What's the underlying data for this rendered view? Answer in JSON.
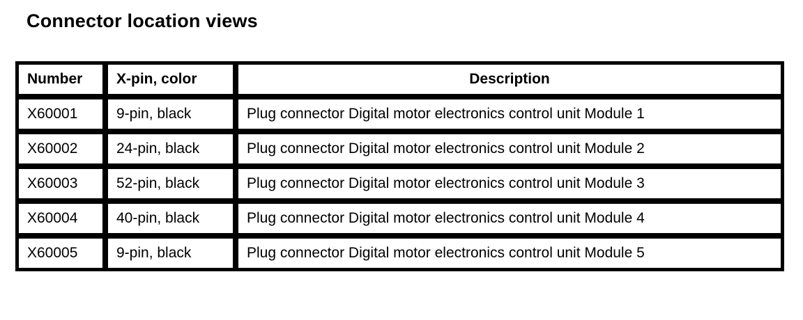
{
  "page": {
    "title": "Connector location views"
  },
  "colors": {
    "text": "#000000",
    "background": "#ffffff",
    "border": "#000000"
  },
  "table": {
    "headers": {
      "number": "Number",
      "pin_color": "X-pin, color",
      "description": "Description"
    },
    "rows": [
      {
        "number": "X60001",
        "pin_color": "9-pin, black",
        "description": "Plug connector Digital motor electronics control unit Module 1"
      },
      {
        "number": "X60002",
        "pin_color": "24-pin, black",
        "description": "Plug connector Digital motor electronics control unit Module 2"
      },
      {
        "number": "X60003",
        "pin_color": "52-pin, black",
        "description": "Plug connector Digital motor electronics control unit Module 3"
      },
      {
        "number": "X60004",
        "pin_color": "40-pin, black",
        "description": "Plug connector Digital motor electronics control unit Module 4"
      },
      {
        "number": "X60005",
        "pin_color": "9-pin, black",
        "description": "Plug connector Digital motor electronics control unit Module 5"
      }
    ]
  }
}
